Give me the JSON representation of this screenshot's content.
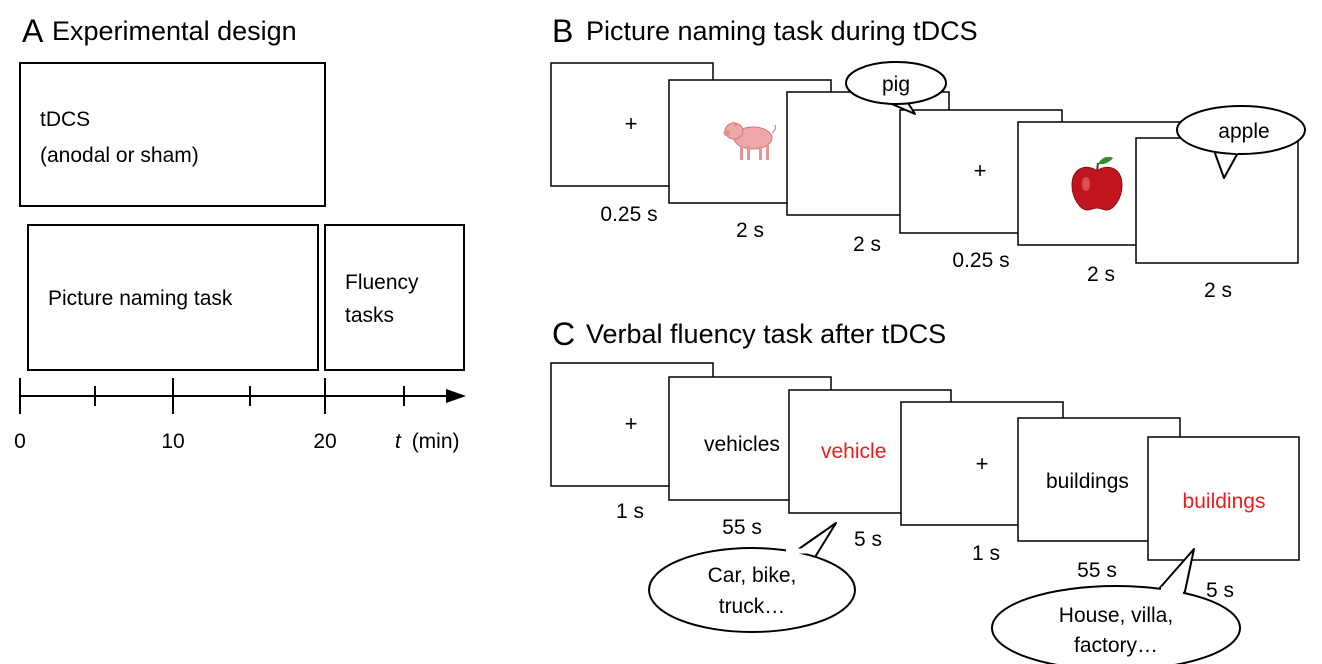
{
  "panelA": {
    "letter": "A",
    "title": "Experimental design",
    "tdcs_line1": "tDCS",
    "tdcs_line2": "(anodal or sham)",
    "picture_naming": "Picture naming task",
    "fluency_line1": "Fluency",
    "fluency_line2": "tasks",
    "axis_ticks": [
      "0",
      "10",
      "20"
    ],
    "axis_label_var": "t",
    "axis_label_unit": "(min)"
  },
  "panelB": {
    "letter": "B",
    "title": "Picture naming task during tDCS",
    "fixation": "+",
    "speech1": "pig",
    "speech2": "apple",
    "times": [
      "0.25 s",
      "2 s",
      "2 s",
      "0.25 s",
      "2 s",
      "2 s"
    ],
    "images": [
      "pig-icon",
      "apple-icon"
    ]
  },
  "panelC": {
    "letter": "C",
    "title": "Verbal fluency task after tDCS",
    "fixation": "+",
    "cue1": "vehicles",
    "cue1_red": "vehicle",
    "cue2": "buildings",
    "cue2_red": "buildings",
    "speech1_line1": "Car, bike,",
    "speech1_line2": "truck…",
    "speech2_line1": "House, villa,",
    "speech2_line2": "factory…",
    "times": [
      "1 s",
      "55 s",
      "5 s",
      "1 s",
      "55 s",
      "5 s"
    ]
  },
  "colors": {
    "red": "#ee1c1c",
    "pig": "#f0a7a8",
    "apple": "#c0141f",
    "stem": "#2e8b2e"
  }
}
